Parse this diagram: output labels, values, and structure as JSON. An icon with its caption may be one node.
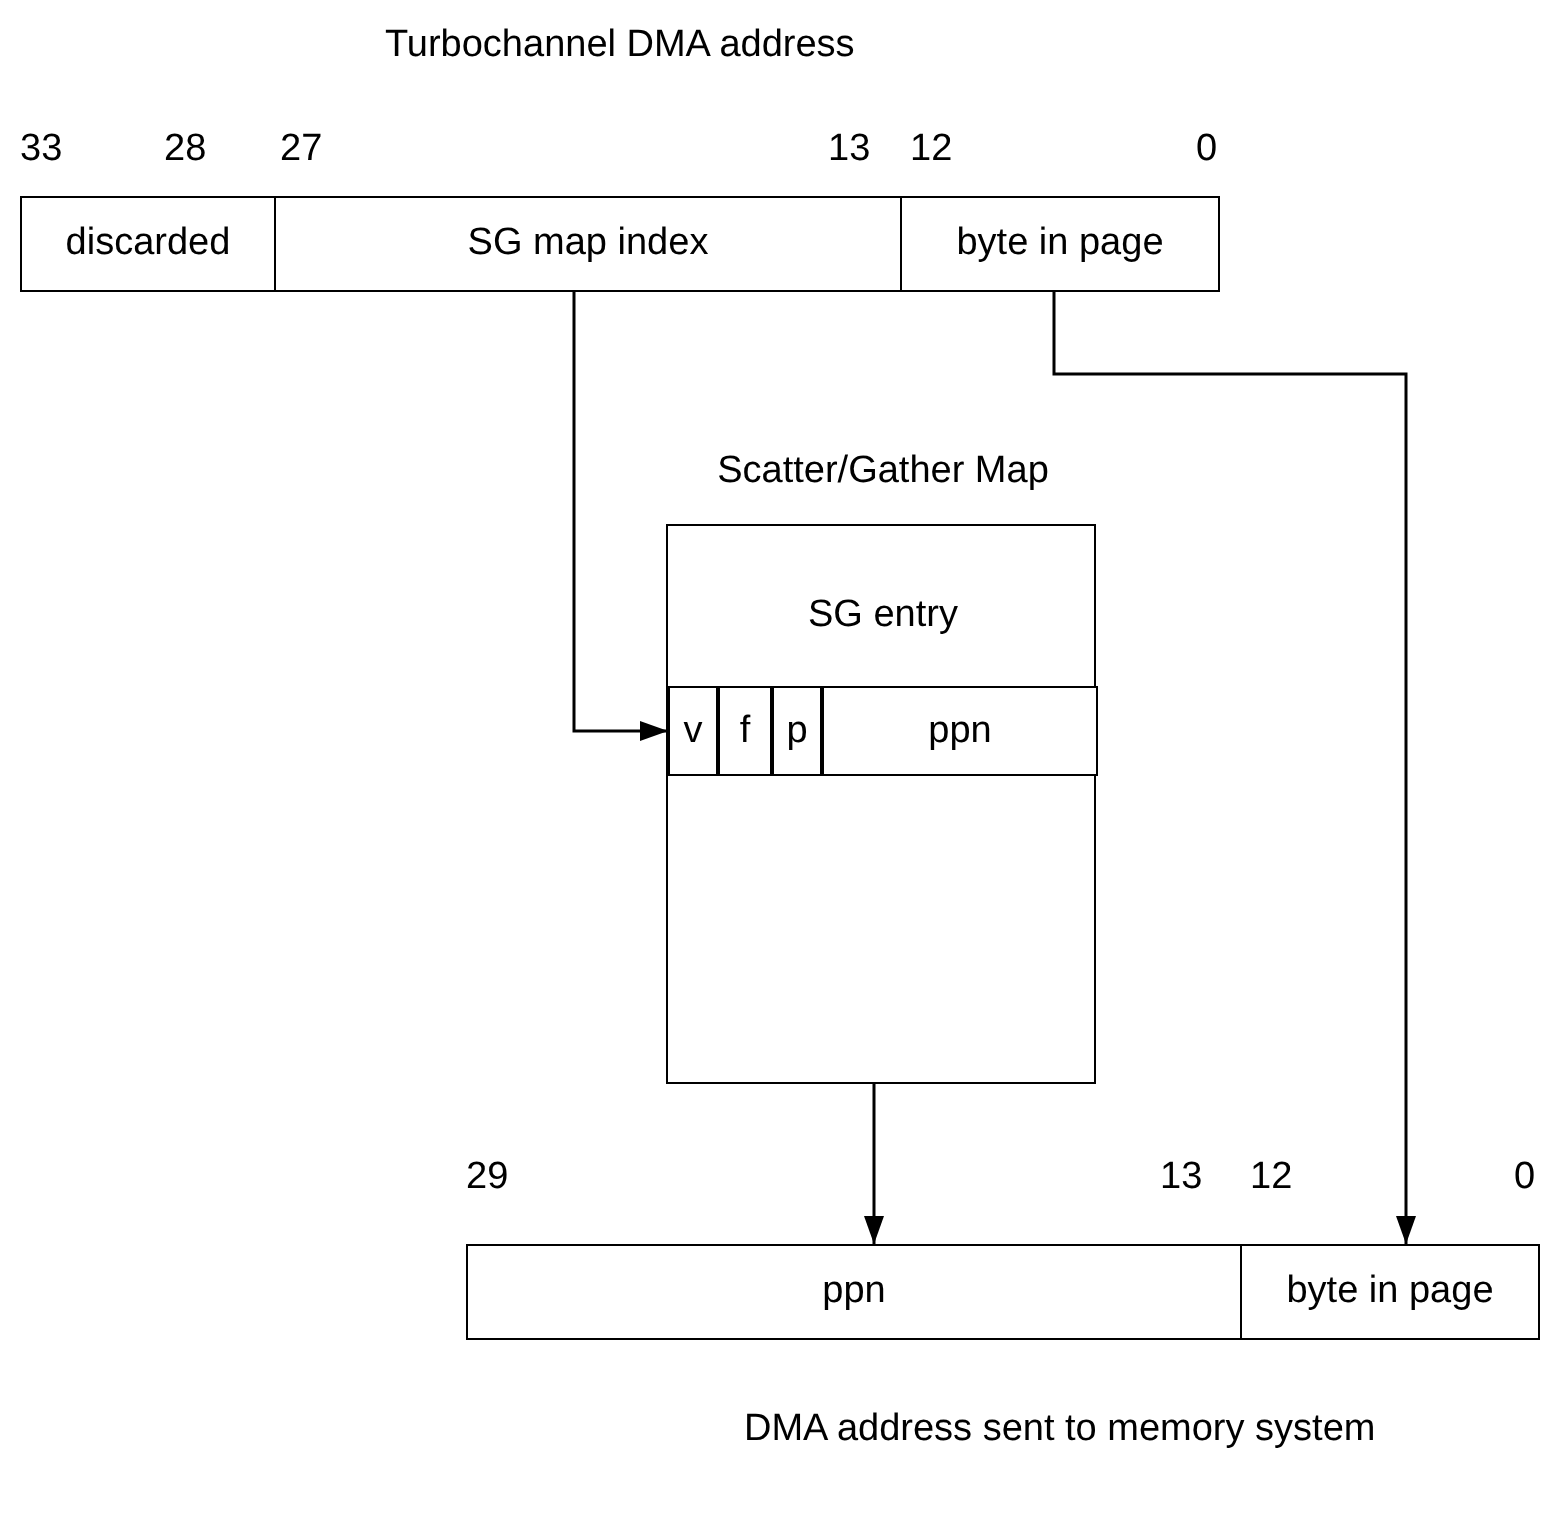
{
  "diagram": {
    "title": "Turbochannel DMA address",
    "caption": "DMA address sent to memory system",
    "nodes": [
      {
        "text": [
          "discarded"
        ]
      },
      {
        "text": [
          "SG map index"
        ]
      },
      {
        "text": [
          "byte in page"
        ]
      },
      {
        "text": [
          "Scatter/Gather Map",
          "SG entry"
        ]
      },
      {
        "text": [
          "v"
        ],
        "in": 3
      },
      {
        "text": [
          "f"
        ],
        "in": 3
      },
      {
        "text": [
          "p"
        ],
        "in": 3
      },
      {
        "text": [
          "ppn"
        ],
        "in": 3
      },
      {
        "text": [
          "ppn"
        ]
      },
      {
        "text": [
          "byte in page"
        ]
      }
    ],
    "edges": [
      {
        "from": 1,
        "to": 4,
        "arrow": "to"
      },
      {
        "from": 2,
        "to": 9,
        "arrow": "to"
      },
      {
        "from": 7,
        "to": 8,
        "arrow": "to"
      }
    ],
    "labels": [
      "33",
      "28",
      "27",
      "13",
      "12",
      "0",
      "29",
      "13",
      "12",
      "0"
    ]
  }
}
